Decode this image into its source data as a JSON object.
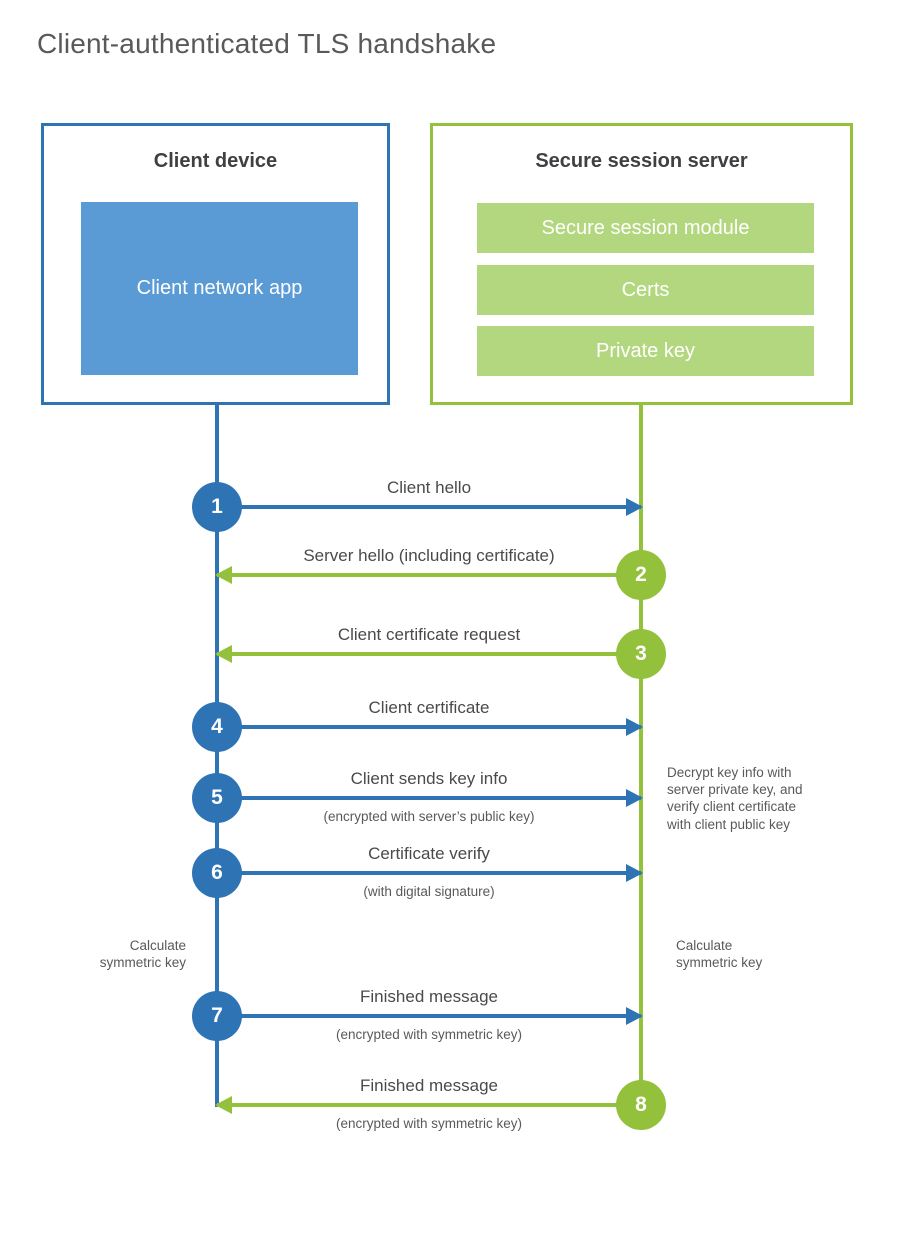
{
  "title": "Client-authenticated TLS handshake",
  "colors": {
    "blue": "#2e74b5",
    "blue_fill": "#5b9bd5",
    "green": "#93c13c",
    "green_fill": "#b3d77e"
  },
  "client": {
    "title": "Client device",
    "app_label": "Client network app"
  },
  "server": {
    "title": "Secure session server",
    "modules": [
      "Secure session module",
      "Certs",
      "Private key"
    ]
  },
  "messages": [
    {
      "num": "1",
      "label": "Client hello",
      "sub": "",
      "from": "client",
      "color": "blue"
    },
    {
      "num": "2",
      "label": "Server hello (including certificate)",
      "sub": "",
      "from": "server",
      "color": "green"
    },
    {
      "num": "3",
      "label": "Client certificate request",
      "sub": "",
      "from": "server",
      "color": "green"
    },
    {
      "num": "4",
      "label": "Client certificate",
      "sub": "",
      "from": "client",
      "color": "blue"
    },
    {
      "num": "5",
      "label": "Client sends key info",
      "sub": "(encrypted with server’s public key)",
      "from": "client",
      "color": "blue"
    },
    {
      "num": "6",
      "label": "Certificate verify",
      "sub": "(with digital signature)",
      "from": "client",
      "color": "blue"
    },
    {
      "num": "7",
      "label": "Finished message",
      "sub": "(encrypted with symmetric key)",
      "from": "client",
      "color": "blue"
    },
    {
      "num": "8",
      "label": "Finished message",
      "sub": "(encrypted with symmetric key)",
      "from": "server",
      "color": "green"
    }
  ],
  "annotations": {
    "decrypt_lines": [
      "Decrypt key info with",
      "server private key, and",
      "verify client certificate",
      "with client public key"
    ],
    "calc_left": "Calculate symmetric key",
    "calc_right": "Calculate symmetric key"
  }
}
